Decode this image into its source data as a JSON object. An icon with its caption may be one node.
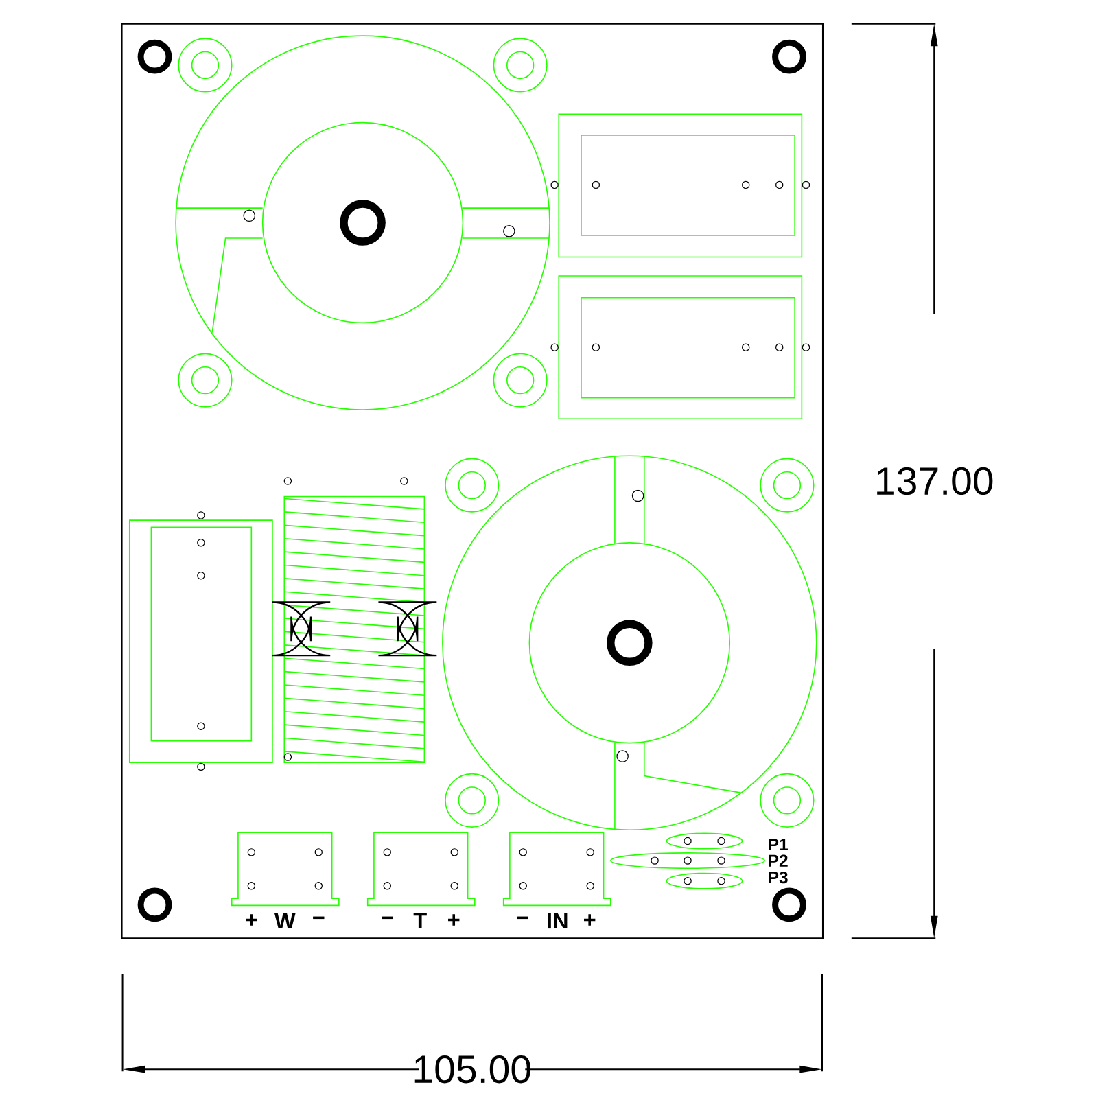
{
  "diagram": {
    "labels": [
      "137.00",
      "P1",
      "P2",
      "P3",
      "+",
      "W",
      "−",
      "−",
      "T",
      "+",
      "−",
      "IN",
      "+",
      "105.00"
    ]
  }
}
